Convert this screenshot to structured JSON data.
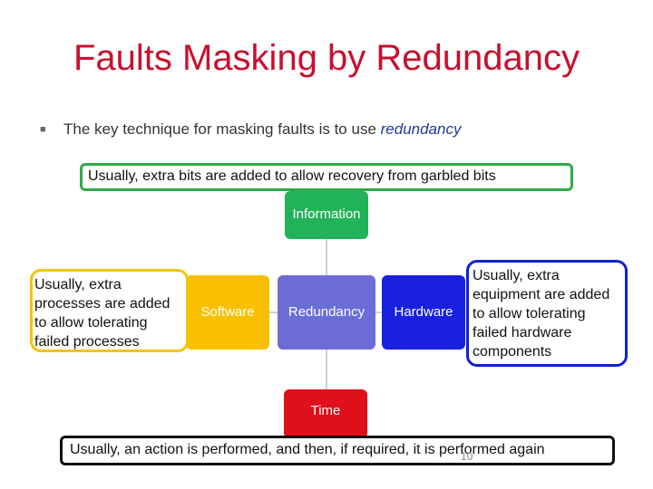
{
  "title": "Faults Masking by Redundancy",
  "bullet": {
    "prefix": "The key technique for masking faults is to use ",
    "emphasis": "redundancy"
  },
  "nodes": {
    "information": "Information",
    "software": "Software",
    "redundancy": "Redundancy",
    "hardware": "Hardware",
    "time": "Time"
  },
  "callouts": {
    "bits": "Usually, extra bits are added to allow recovery from garbled bits",
    "processes": "Usually, extra processes are added to allow tolerating failed processes",
    "hardware": "Usually, extra equipment are added to allow tolerating failed hardware components",
    "time": "Usually, an action is performed, and then, if required, it is performed again"
  },
  "page_number": "10",
  "colors": {
    "title": "#c8102e",
    "information": "#22b35a",
    "software": "#f8c000",
    "redundancy": "#6c6cd6",
    "hardware": "#1a20e0",
    "time": "#e0101a"
  }
}
